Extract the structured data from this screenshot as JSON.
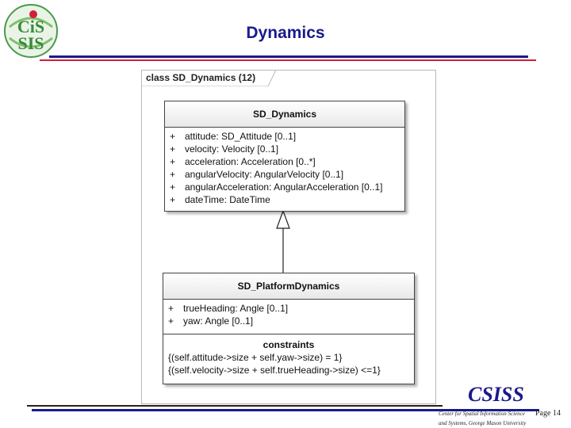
{
  "header": {
    "logo_text_top": "CiS",
    "logo_text_bottom": "SIS",
    "title": "Dynamics"
  },
  "diagram": {
    "frame_label": "class SD_Dynamics (12)",
    "parent_class": {
      "name": "SD_Dynamics",
      "attributes": [
        {
          "visibility": "+",
          "text": "attitude:  SD_Attitude [0..1]"
        },
        {
          "visibility": "+",
          "text": "velocity:  Velocity [0..1]"
        },
        {
          "visibility": "+",
          "text": "acceleration:  Acceleration [0..*]"
        },
        {
          "visibility": "+",
          "text": "angularVelocity:  AngularVelocity [0..1]"
        },
        {
          "visibility": "+",
          "text": "angularAcceleration:  AngularAcceleration [0..1]"
        },
        {
          "visibility": "+",
          "text": "dateTime:  DateTime"
        }
      ]
    },
    "child_class": {
      "name": "SD_PlatformDynamics",
      "attributes": [
        {
          "visibility": "+",
          "text": "trueHeading:  Angle [0..1]"
        },
        {
          "visibility": "+",
          "text": "yaw:  Angle [0..1]"
        }
      ],
      "constraints_label": "constraints",
      "constraints": [
        "{(self.attitude->size + self.yaw->size) = 1}",
        "{(self.velocity->size + self.trueHeading->size) <=1}"
      ]
    }
  },
  "footer": {
    "brand": "CSISS",
    "center_line1": "Center for Spatial Information Science",
    "center_line2": "and Systems, George Mason University",
    "page_label": "Page 14"
  },
  "colors": {
    "title_blue": "#1a1a8c",
    "accent_red": "#d0203a",
    "logo_green": "#3a8a3a"
  }
}
